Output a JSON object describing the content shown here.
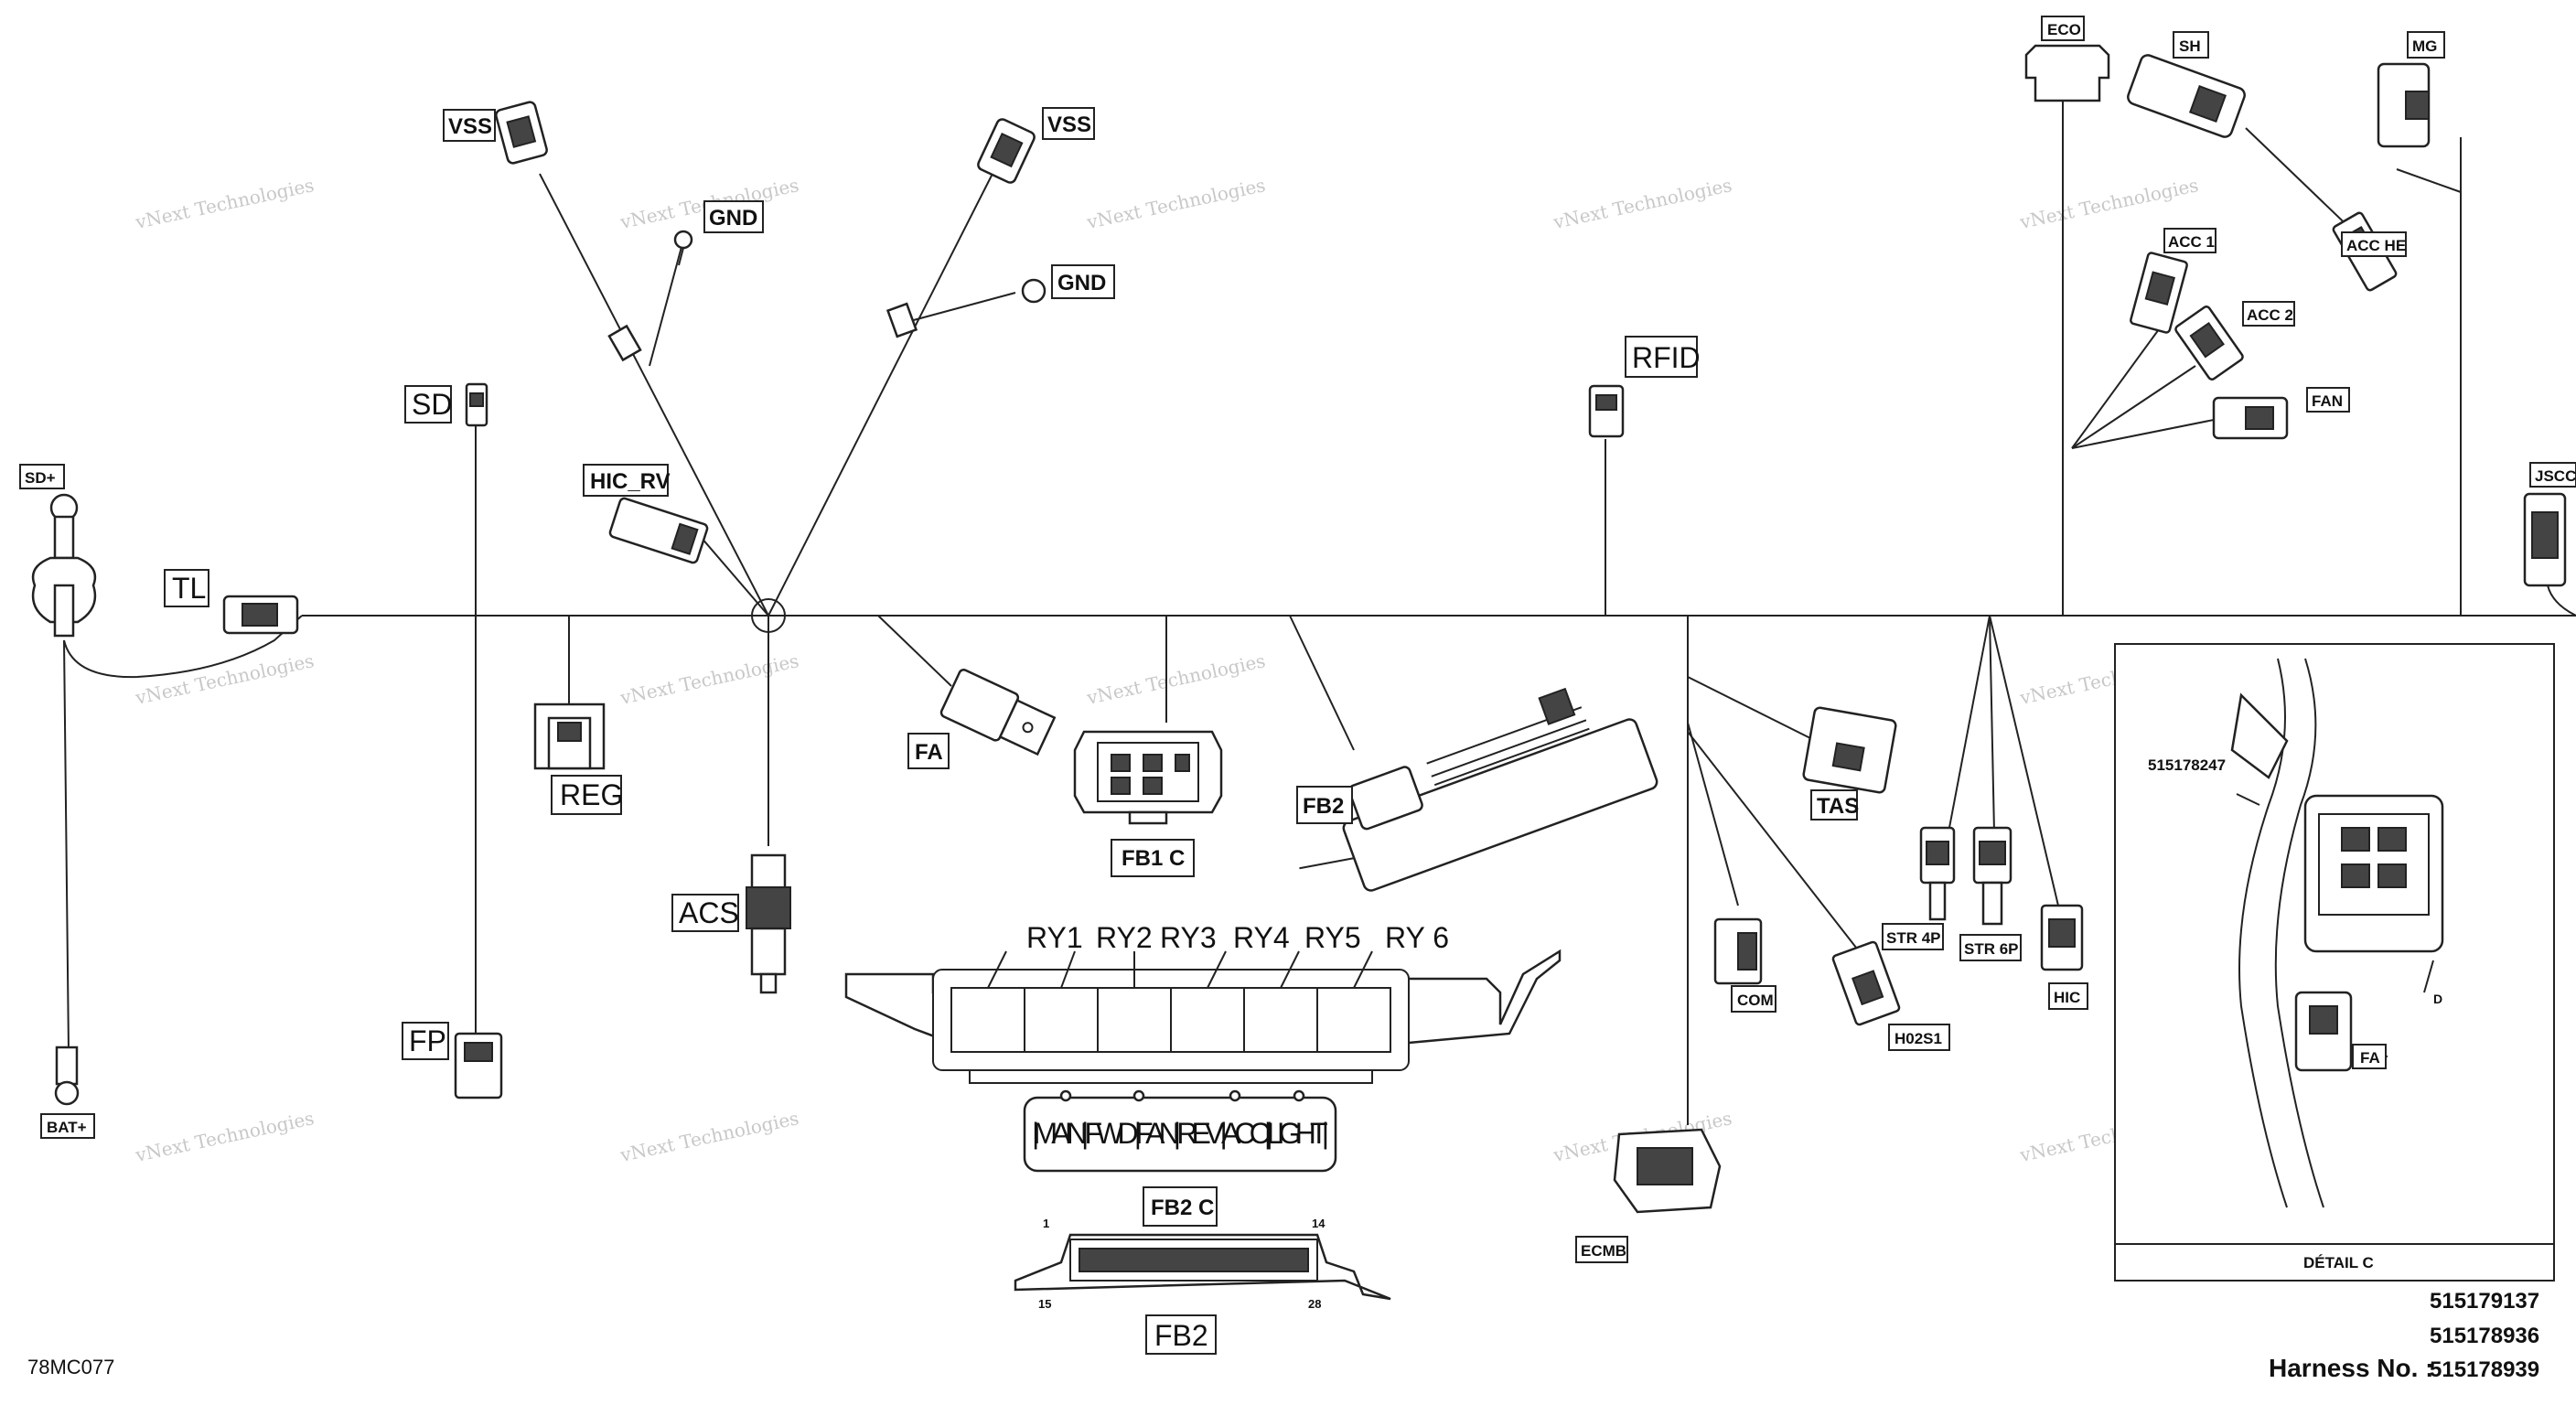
{
  "labels": {
    "vss_left": "VSS",
    "vss_right": "VSS",
    "gnd_left": "GND",
    "gnd_right": "GND",
    "sd": "SD",
    "sd_plus": "SD+",
    "bat_plus": "BAT+",
    "tl": "TL",
    "hic_rv": "HIC_RV",
    "reg": "REG",
    "acs": "ACS",
    "fp": "FP",
    "fa": "FA",
    "fb1c": "FB1 C",
    "fb2": "FB2",
    "fb2c": "FB2 C",
    "fb2_bottom": "FB2",
    "rfid": "RFID",
    "tas": "TAS",
    "com": "COM",
    "h02s1": "H02S1",
    "str4p": "STR 4P",
    "str6p": "STR 6P",
    "hic": "HIC",
    "ecmb": "ECMB",
    "eco": "ECO",
    "sh": "SH",
    "mg": "MG",
    "acc1": "ACC 1",
    "acc2": "ACC 2",
    "acc_he": "ACC HE",
    "fan": "FAN",
    "jscc": "JSCC",
    "ry1": "RY1",
    "ry2": "RY2",
    "ry3": "RY3",
    "ry4": "RY4",
    "ry5": "RY5",
    "ry6": "RY 6",
    "fuse_strip": "|MAIN| FWD |FAN| REV |ACC||LIGHT|",
    "pin_1": "1",
    "pin_14": "14",
    "pin_15": "15",
    "pin_28": "28"
  },
  "detail": {
    "title": "DÉTAIL C",
    "part_number": "515178247",
    "fa": "FA",
    "d": "D"
  },
  "footer": {
    "figure_code": "78MC077",
    "harness_label": "Harness No. :",
    "harness_numbers": [
      "515179137",
      "515178936",
      "515178939"
    ]
  },
  "watermark": [
    "vNext",
    "Technologies",
    "vNext Technologies"
  ]
}
